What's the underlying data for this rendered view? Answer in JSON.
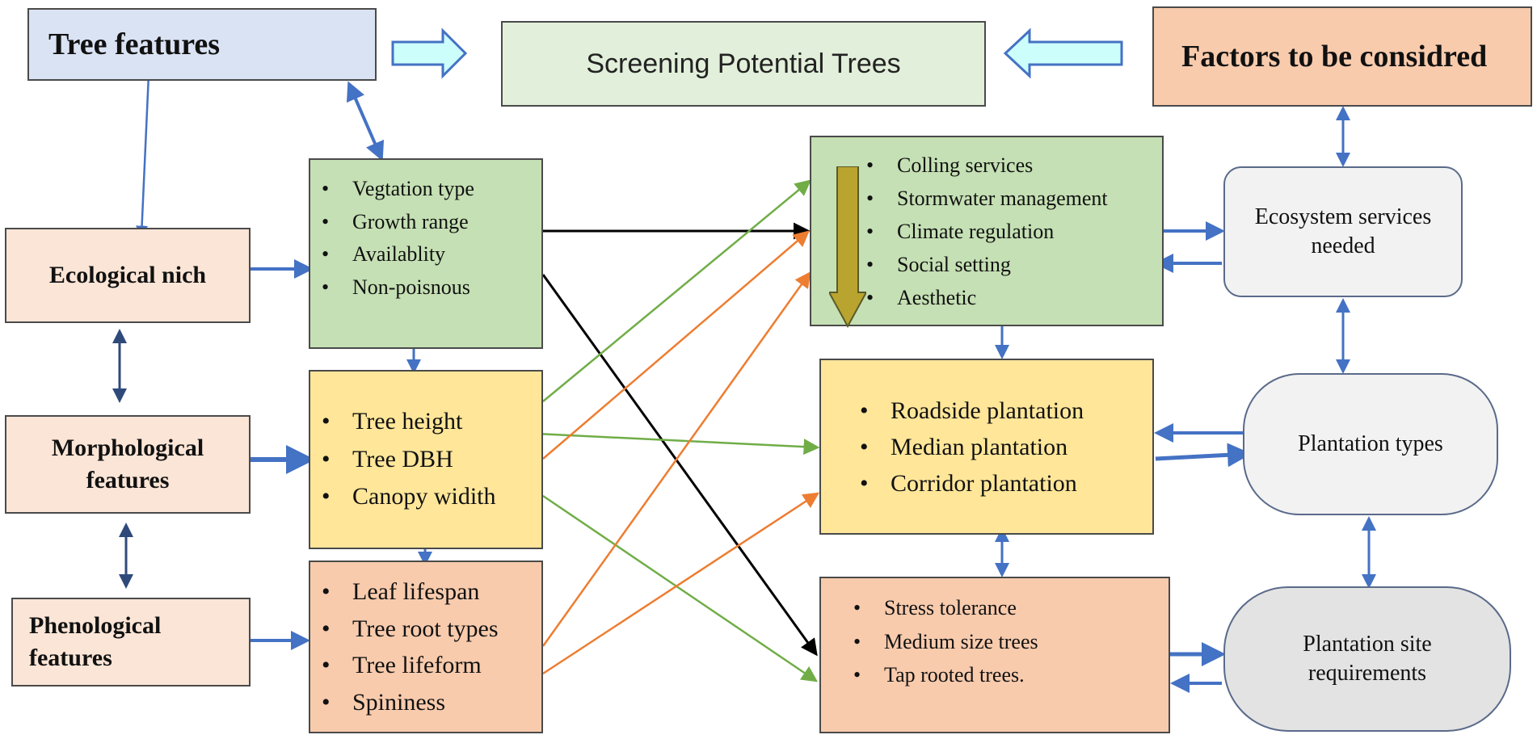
{
  "header": {
    "tree_features": "Tree features",
    "screening": "Screening Potential  Trees",
    "factors": "Factors to be considred"
  },
  "left": {
    "ecological": "Ecological nich",
    "morphological": "Morphological features",
    "phenological": "Phenological features"
  },
  "ecological_list": [
    "Vegtation type",
    "Growth range",
    "Availablity",
    "Non-poisnous"
  ],
  "morphological_list": [
    "Tree height",
    "Tree DBH",
    "Canopy  widith"
  ],
  "phenological_list": [
    "Leaf lifespan",
    "Tree root types",
    "Tree lifeform",
    "Spininess"
  ],
  "services_list": [
    "Colling services",
    "Stormwater management",
    "Climate regulation",
    "Social setting",
    "Aesthetic"
  ],
  "plantation_list": [
    "Roadside plantation",
    "Median plantation",
    "Corridor plantation"
  ],
  "site_list": [
    "Stress tolerance",
    "Medium size trees",
    "Tap rooted trees."
  ],
  "right": {
    "ecosystem": "Ecosystem services needed",
    "plantation_types": "Plantation types",
    "site_requirements": "Plantation site requirements"
  },
  "colors": {
    "blue_arrow": "#4472c4",
    "dark_arrow": "#2f4a7a",
    "green_line": "#70ad47",
    "orange_line": "#ed7d31",
    "black_line": "#000000",
    "hollow_arrow_fill": "#ccfffb",
    "down_arrow_fill": "#b9a430"
  }
}
